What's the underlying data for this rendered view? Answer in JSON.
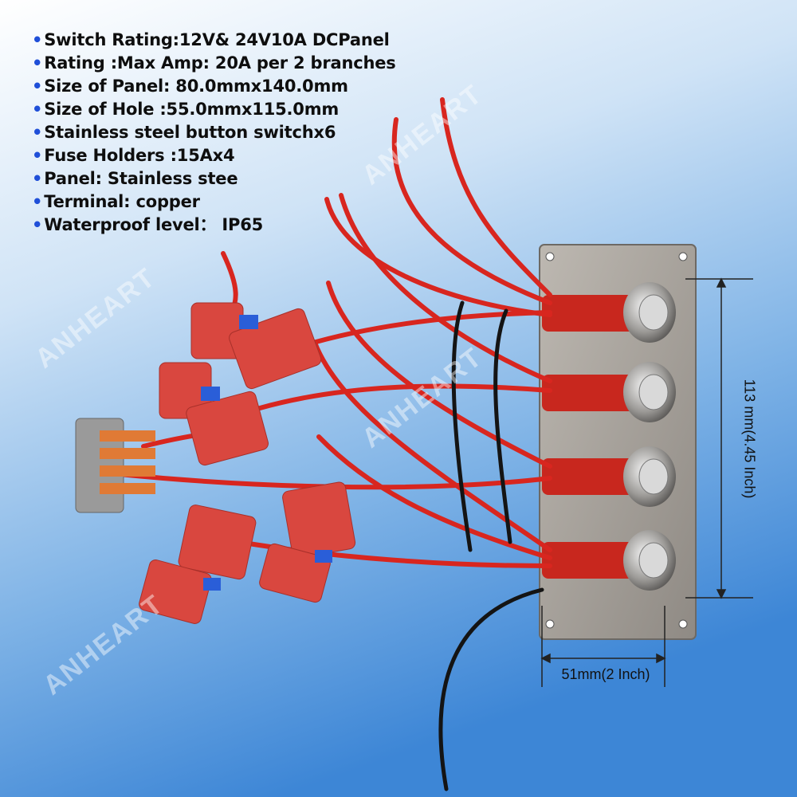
{
  "specs": [
    "Switch Rating:12V& 24V10A DCPanel",
    "Rating :Max Amp: 20A per 2 branches",
    "Size of Panel: 80.0mmx140.0mm",
    "Size of Hole :55.0mmx115.0mm",
    "Stainless steel button switchx6",
    "Fuse Holders :15Ax4",
    "Panel: Stainless stee",
    "Terminal: copper",
    "Waterproof level： IP65"
  ],
  "dimensions": {
    "width_label": "51mm(2 Inch)",
    "height_label": "113 mm(4.45 Inch)"
  },
  "watermark": "ANHEART",
  "colors": {
    "bullet": "#1f4fd8",
    "wire_red": "#d8261f",
    "wire_black": "#141414",
    "fuse_holder": "#d9473f",
    "panel": "#a7a29b",
    "background_top": "#ffffff",
    "background_bottom": "#3d86d6"
  }
}
